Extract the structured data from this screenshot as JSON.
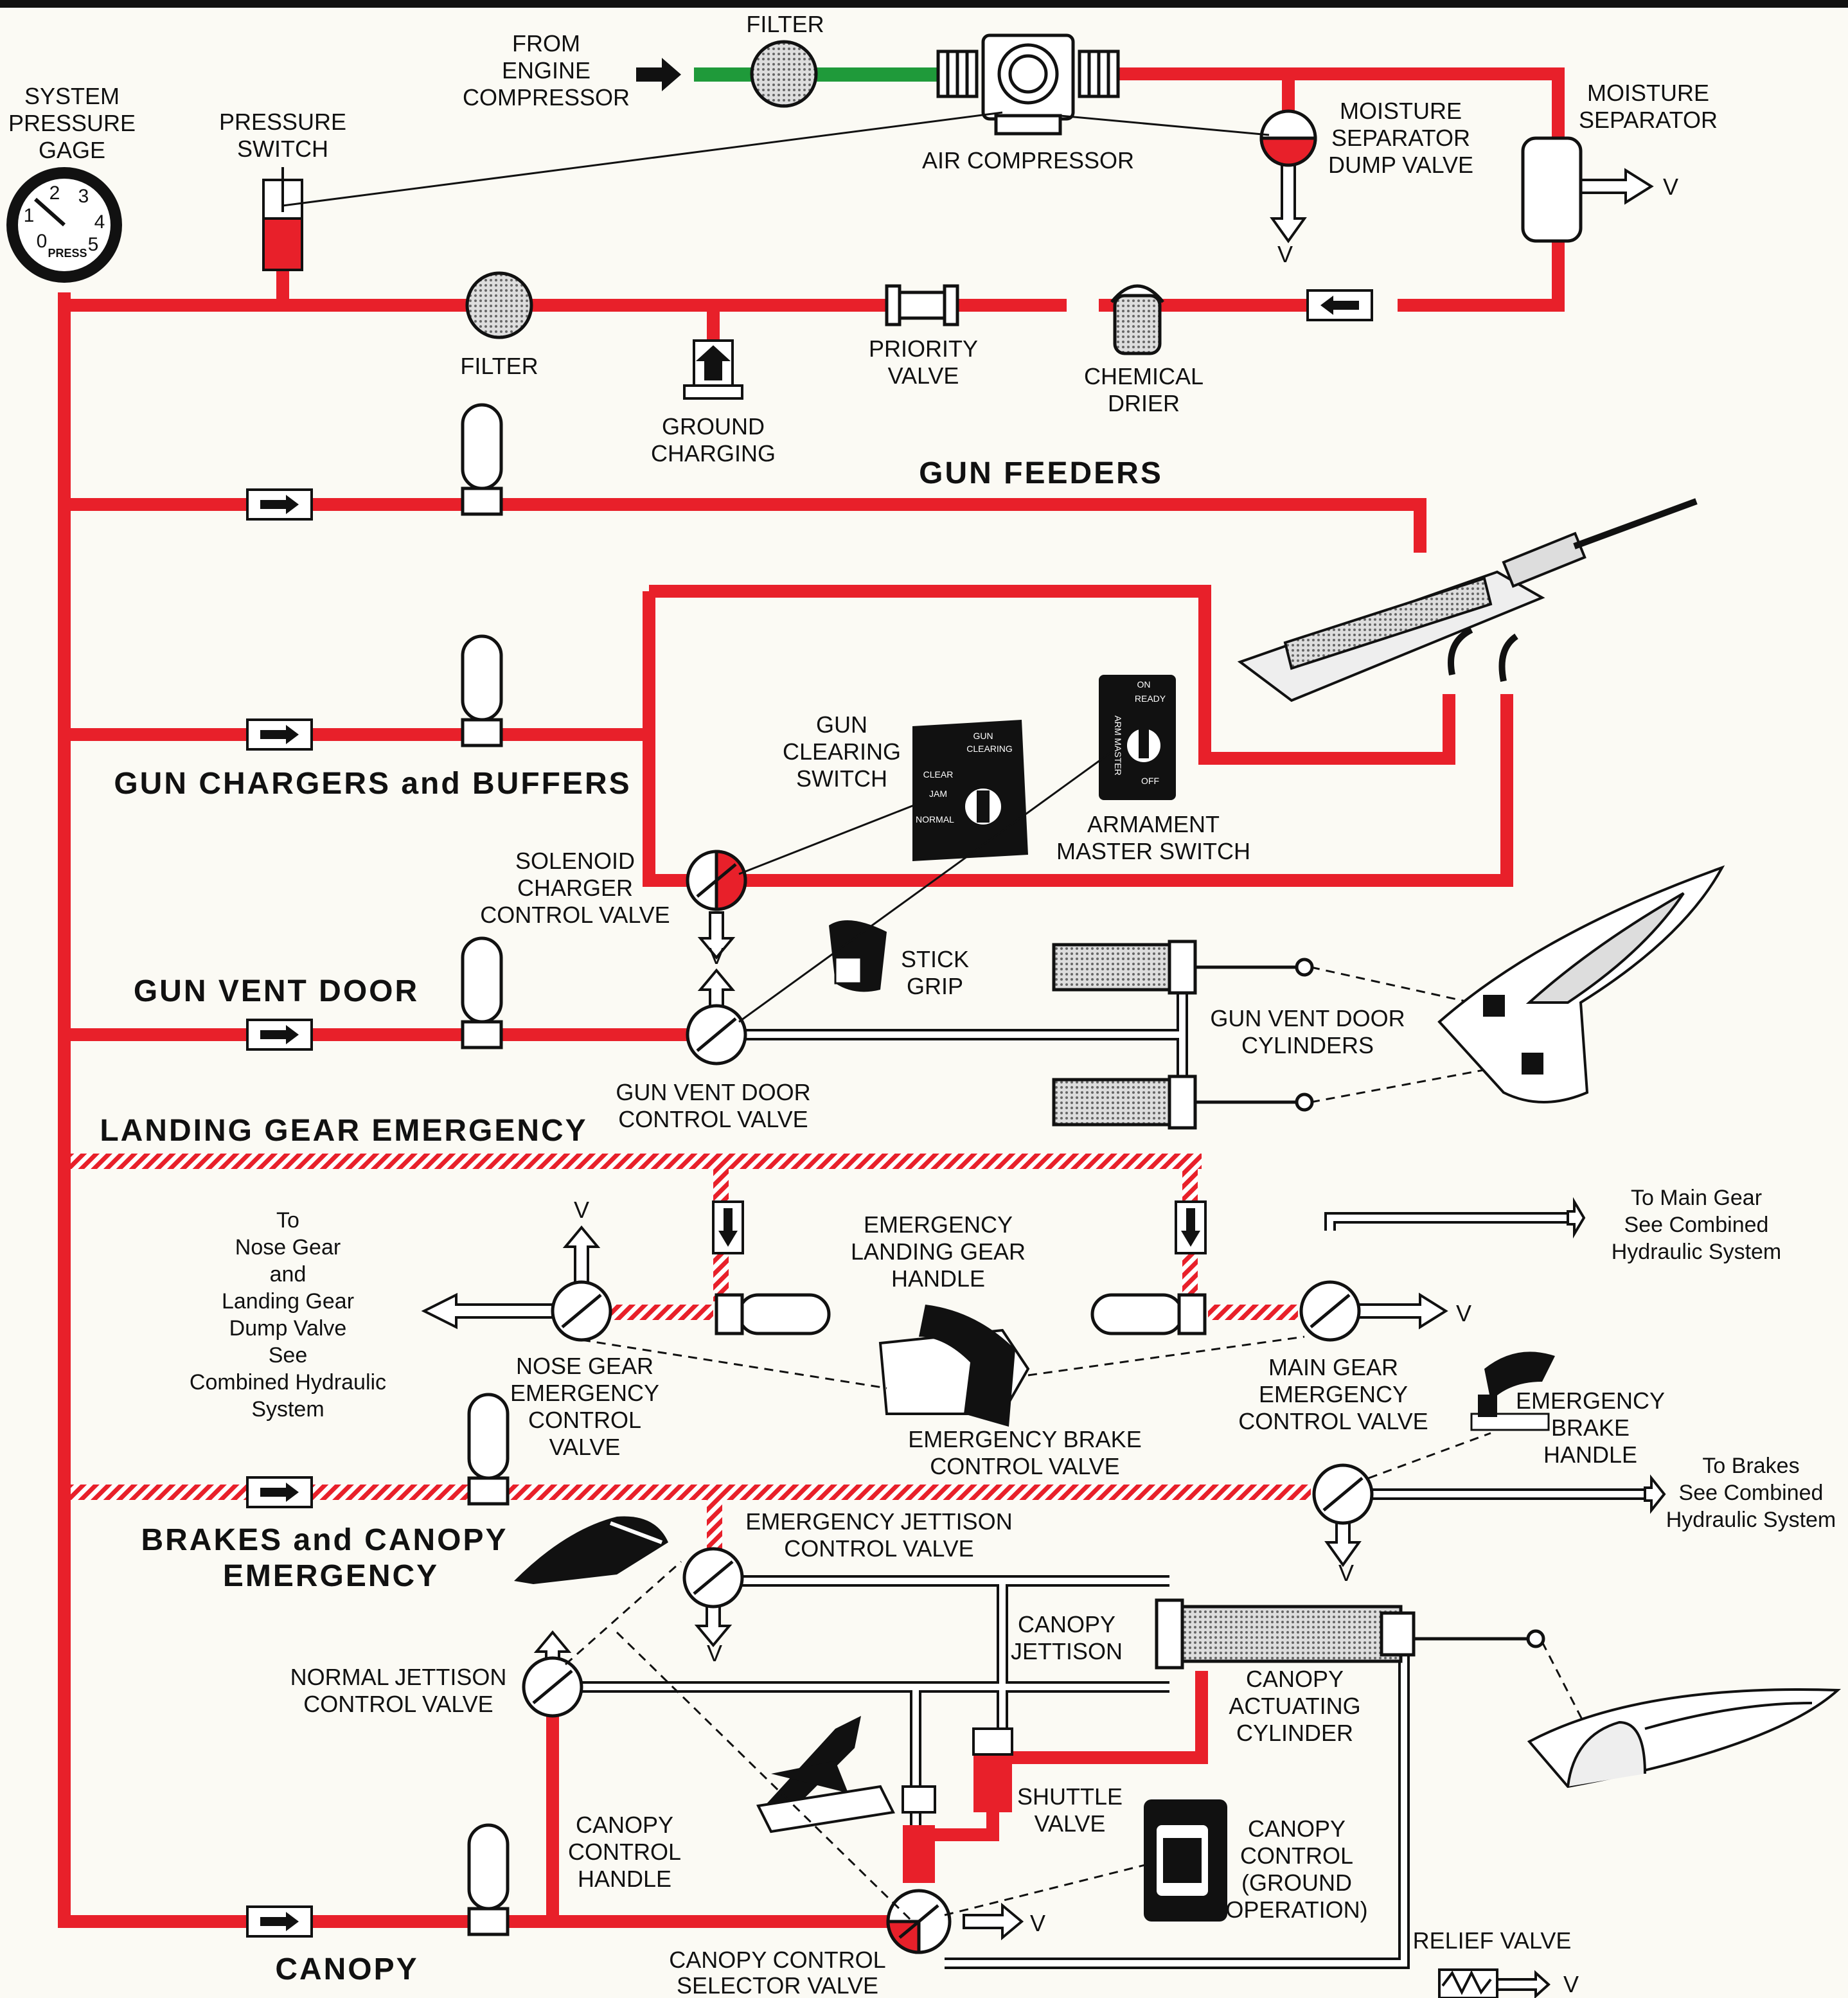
{
  "labels": {
    "from_engine_compressor": [
      "FROM",
      "ENGINE",
      "COMPRESSOR"
    ],
    "filter_top": "FILTER",
    "air_compressor": "AIR COMPRESSOR",
    "moisture_separator_dump_valve": [
      "MOISTURE",
      "SEPARATOR",
      "DUMP VALVE"
    ],
    "moisture_separator": [
      "MOISTURE",
      "SEPARATOR"
    ],
    "system_pressure_gage": [
      "SYSTEM",
      "PRESSURE",
      "GAGE"
    ],
    "pressure_switch": [
      "PRESSURE",
      "SWITCH"
    ],
    "filter_main": "FILTER",
    "ground_charging": [
      "GROUND",
      "CHARGING"
    ],
    "priority_valve": [
      "PRIORITY",
      "VALVE"
    ],
    "chemical_drier": [
      "CHEMICAL",
      "DRIER"
    ],
    "gun_feeders": "GUN  FEEDERS",
    "gun_chargers_and_buffers": "GUN  CHARGERS and BUFFERS",
    "gun_clearing_switch": [
      "GUN",
      "CLEARING",
      "SWITCH"
    ],
    "armament_master_switch": [
      "ARMAMENT",
      "MASTER SWITCH"
    ],
    "solenoid_charger_control_valve": [
      "SOLENOID",
      "CHARGER",
      "CONTROL VALVE"
    ],
    "stick_grip": [
      "STICK",
      "GRIP"
    ],
    "gun_vent_door": "GUN  VENT  DOOR",
    "gun_vent_door_cylinders": [
      "GUN VENT DOOR",
      "CYLINDERS"
    ],
    "gun_vent_door_control_valve": [
      "GUN VENT DOOR",
      "CONTROL VALVE"
    ],
    "landing_gear_emergency": "LANDING  GEAR  EMERGENCY",
    "to_nose_gear_note": [
      "To",
      "Nose Gear",
      "and",
      "Landing Gear",
      "Dump Valve",
      "See",
      "Combined Hydraulic",
      "System"
    ],
    "emergency_landing_gear_handle": [
      "EMERGENCY",
      "LANDING GEAR",
      "HANDLE"
    ],
    "to_main_gear_note": [
      "To Main Gear",
      "See Combined",
      "Hydraulic System"
    ],
    "nose_gear_emergency_control_valve": [
      "NOSE GEAR",
      "EMERGENCY",
      "CONTROL",
      "VALVE"
    ],
    "main_gear_emergency_control_valve": [
      "MAIN GEAR",
      "EMERGENCY",
      "CONTROL VALVE"
    ],
    "emergency_brake_control_valve": [
      "EMERGENCY BRAKE",
      "CONTROL VALVE"
    ],
    "emergency_brake_handle": [
      "EMERGENCY",
      "BRAKE",
      "HANDLE"
    ],
    "to_brakes_note": [
      "To Brakes",
      "See Combined",
      "Hydraulic System"
    ],
    "brakes_and_canopy_emergency": [
      "BRAKES  and  CANOPY",
      "EMERGENCY"
    ],
    "emergency_jettison_control_valve": [
      "EMERGENCY JETTISON",
      "CONTROL VALVE"
    ],
    "canopy_jettison": [
      "CANOPY",
      "JETTISON"
    ],
    "canopy_actuating_cylinder": [
      "CANOPY",
      "ACTUATING",
      "CYLINDER"
    ],
    "normal_jettison_control_valve": [
      "NORMAL JETTISON",
      "CONTROL VALVE"
    ],
    "shuttle_valve": [
      "SHUTTLE",
      "VALVE"
    ],
    "canopy_control_handle": [
      "CANOPY",
      "CONTROL",
      "HANDLE"
    ],
    "canopy_control_ground": [
      "CANOPY",
      "CONTROL",
      "(GROUND",
      "OPERATION)"
    ],
    "canopy": "CANOPY",
    "canopy_control_selector_valve": [
      "CANOPY CONTROL",
      "SELECTOR VALVE"
    ],
    "relief_valve": "RELIEF VALVE",
    "vent": "V"
  },
  "gauge": {
    "face_text": "PRESS",
    "dial_numbers": [
      "1",
      "2",
      "3",
      "4",
      "5",
      "0"
    ]
  },
  "switch_plates": {
    "gun_clearing": [
      "GUN",
      "CLEARING",
      "CLEAR",
      "JAM",
      "NORMAL"
    ],
    "armament_master": [
      "ON",
      "READY",
      "OFF",
      "ARM MASTER"
    ]
  },
  "colors": {
    "pressure_line": "#e8202a",
    "engine_air_line": "#1f9a3a",
    "return_line": "#ffffff",
    "outline": "#111111"
  }
}
